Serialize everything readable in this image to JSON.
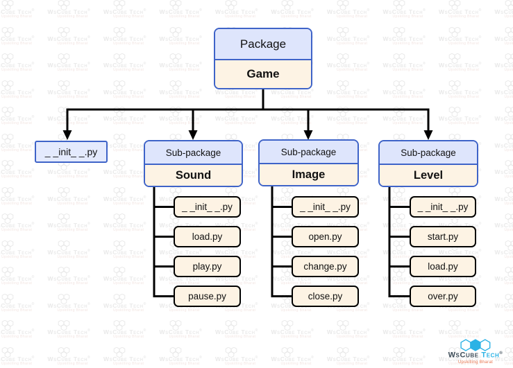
{
  "root": {
    "top_label": "Package",
    "bottom_label": "Game"
  },
  "standalone": {
    "label": "_ _init_ _.py"
  },
  "subpackages": [
    {
      "type_label": "Sub-package",
      "name": "Sound",
      "children": [
        "_ _init_ _.py",
        "load.py",
        "play.py",
        "pause.py"
      ]
    },
    {
      "type_label": "Sub-package",
      "name": "Image",
      "children": [
        "_ _init_ _.py",
        "open.py",
        "change.py",
        "close.py"
      ]
    },
    {
      "type_label": "Sub-package",
      "name": "Level",
      "children": [
        "_ _init_ _.py",
        "start.py",
        "load.py",
        "over.py"
      ]
    }
  ],
  "watermark": {
    "text": "WsCube Tech",
    "registered": "®",
    "subtext": "Upskilling Bharat"
  },
  "footer_logo": {
    "brand_primary": "WsCube",
    "brand_secondary": "Tech",
    "registered": "®",
    "tagline": "Upskilling Bharat"
  },
  "colors": {
    "border_blue": "#3e63c8",
    "fill_blue": "#dee5fc",
    "fill_cream": "#fdf3e4",
    "fill_init": "#e4eafd",
    "line_black": "#000000",
    "logo_cyan": "#2bb2e5",
    "logo_dark": "#3c4b57",
    "logo_orange": "#e8744d",
    "wm_gray": "#e9e9e9",
    "wm_sub_gray": "#f2e4e1"
  }
}
